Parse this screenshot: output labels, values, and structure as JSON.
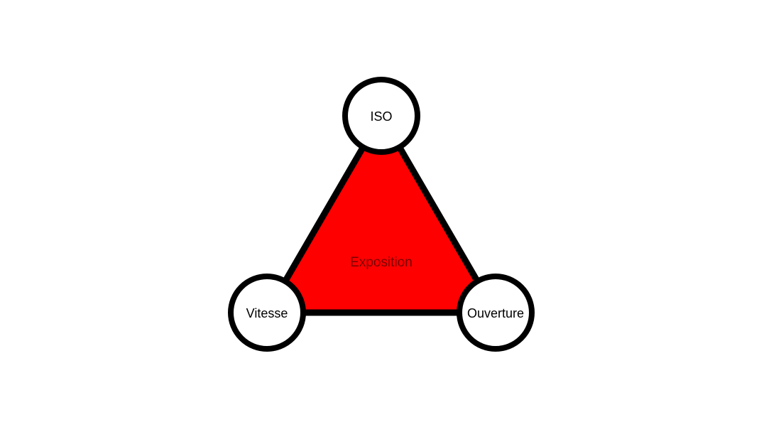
{
  "diagram": {
    "type": "exposure-triangle",
    "center_label": "Exposition",
    "nodes": [
      {
        "id": "iso",
        "label": "ISO"
      },
      {
        "id": "vitesse",
        "label": "Vitesse"
      },
      {
        "id": "ouverture",
        "label": "Ouverture"
      }
    ],
    "colors": {
      "triangle_fill": "#ff0000",
      "stroke": "#000000",
      "node_fill": "#ffffff",
      "center_text": "#7a0000",
      "background": "#ffffff"
    }
  }
}
